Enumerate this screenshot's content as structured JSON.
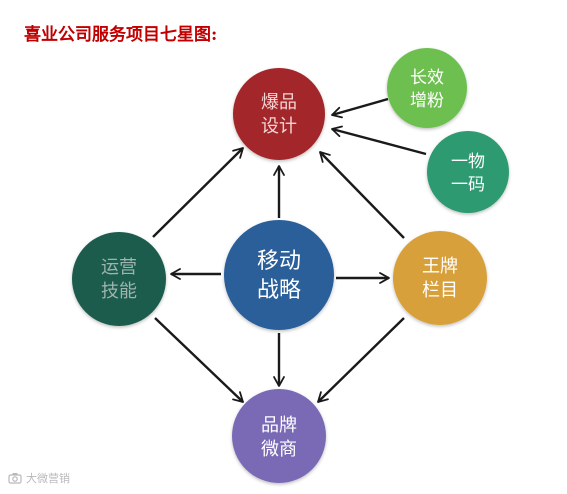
{
  "title": "喜业公司服务项目七星图:",
  "nodes": {
    "design": {
      "line1": "爆品",
      "line2": "设计",
      "color": "#a3262b"
    },
    "strategy": {
      "line1": "移动",
      "line2": "战略",
      "color": "#2a5e9a"
    },
    "ops": {
      "line1": "运营",
      "line2": "技能",
      "color": "#1f5c4d"
    },
    "column": {
      "line1": "王牌",
      "line2": "栏目",
      "color": "#d8a03a"
    },
    "weishang": {
      "line1": "品牌",
      "line2": "微商",
      "color": "#7a6bb5"
    },
    "growth": {
      "line1": "长效",
      "line2": "增粉",
      "color": "#6dbf4f"
    },
    "code": {
      "line1": "一物",
      "line2": "一码",
      "color": "#2e9a72"
    }
  },
  "watermark": {
    "text": "大微营销",
    "icon": "camera-logo-icon"
  }
}
